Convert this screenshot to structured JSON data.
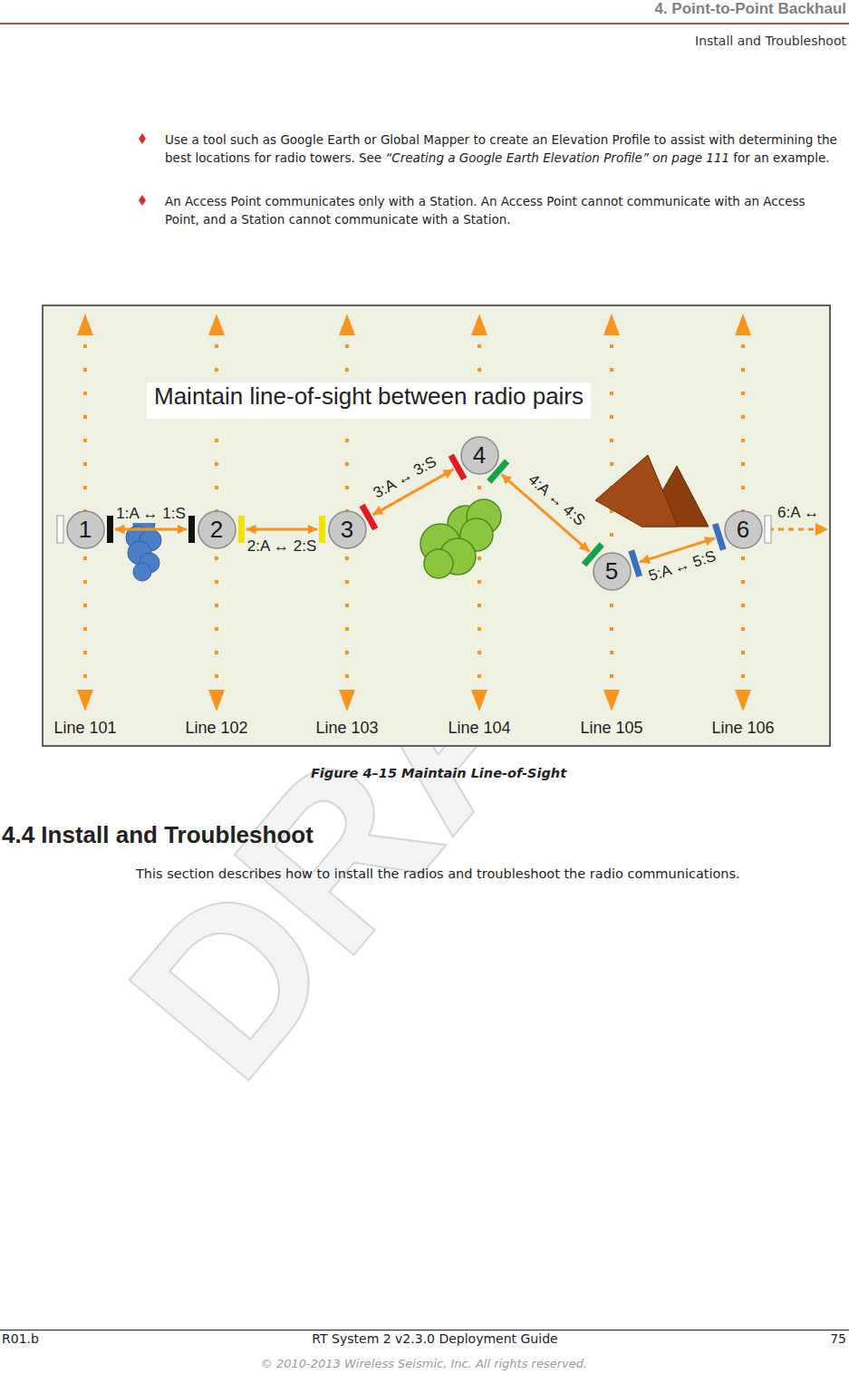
{
  "diagram": {
    "title": "Maintain line-of-sight between radio pairs",
    "caption": "Figure 4–15  Maintain Line-of-Sight",
    "nodes": [
      {
        "text": [
          "1"
        ]
      },
      {
        "text": [
          "2"
        ]
      },
      {
        "text": [
          "3"
        ]
      },
      {
        "text": [
          "4"
        ]
      },
      {
        "text": [
          "5"
        ]
      },
      {
        "text": [
          "6"
        ]
      }
    ],
    "edges": [
      {
        "from": 0,
        "to": 1,
        "arrow": "both",
        "label": "1:A ↔ 1:S"
      },
      {
        "from": 1,
        "to": 2,
        "arrow": "both",
        "label": "2:A ↔ 2:S"
      },
      {
        "from": 2,
        "to": 3,
        "arrow": "both",
        "label": "3:A ↔ 3:S"
      },
      {
        "from": 3,
        "to": 4,
        "arrow": "both",
        "label": "4:A ↔ 4:S"
      },
      {
        "from": 4,
        "to": 5,
        "arrow": "both",
        "label": "5:A ↔ 5:S"
      }
    ],
    "labels": [
      "4. Point-to-Point Backhaul",
      "Install and Troubleshoot",
      "Use a tool such as Google Earth or Global Mapper to create an Elevation Profile to assist with determining the best locations for radio towers. See",
      "“Creating a Google Earth Elevation Profile” on page 111",
      "for an example.",
      "An Access Point communicates only with a Station. An Access Point cannot communicate with an Access Point, and a Station cannot communicate with a Station.",
      "Line 101",
      "Line 102",
      "Line 103",
      "Line 104",
      "Line 105",
      "Line 106",
      "6:A ↔",
      "4.4 Install and Troubleshoot",
      "This section describes how to install the radios and troubleshoot the radio communications.",
      "R01.b",
      "RT System 2 v2.3.0 Deployment Guide",
      "75",
      "© 2010-2013 Wireless Seismic, Inc. All rights reserved.",
      "DRAFT"
    ]
  }
}
